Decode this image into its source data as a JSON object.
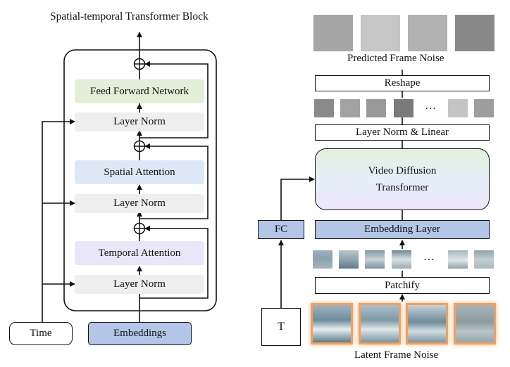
{
  "left_block": {
    "title": "Spatial-temporal Transformer Block",
    "feed_forward": "Feed Forward Network",
    "layer_norm_top": "Layer Norm",
    "spatial_attention": "Spatial Attention",
    "layer_norm_mid": "Layer Norm",
    "temporal_attention": "Temporal Attention",
    "layer_norm_bottom": "Layer Norm",
    "time_input": "Time",
    "embeddings_input": "Embeddings"
  },
  "right_pipeline": {
    "predicted_label": "Predicted Frame Noise",
    "reshape": "Reshape",
    "layer_norm_linear": "Layer Norm & Linear",
    "video_diffusion_line1": "Video Diffusion",
    "video_diffusion_line2": "Transformer",
    "embedding_layer": "Embedding Layer",
    "patchify": "Patchify",
    "fc": "FC",
    "t_input": "T",
    "latent_label": "Latent Frame Noise",
    "ellipsis": "…"
  },
  "colors": {
    "ffn_fill": "#e2eed8",
    "spatial_fill": "#dde8f6",
    "temporal_fill": "#e9e6f9",
    "layer_norm_fill": "#eeeeee",
    "embedding_fill": "#b4c6e7",
    "latent_frame_border": "#f0a060"
  },
  "icons": {
    "residual_add": "circle-plus-icon"
  }
}
